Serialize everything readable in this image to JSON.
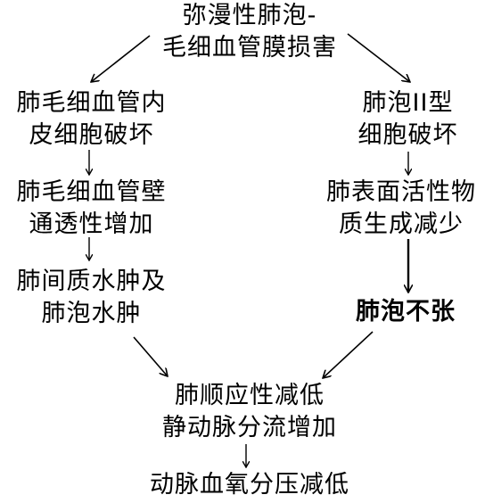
{
  "diagram": {
    "top": {
      "line1": "弥漫性肺泡-",
      "line2": "毛细血管膜损害"
    },
    "left1": {
      "line1": "肺毛细血管内",
      "line2": "皮细胞破坏"
    },
    "left2": {
      "line1": "肺毛细血管壁",
      "line2": "通透性增加"
    },
    "left3": {
      "line1": "肺间质水肿及",
      "line2": "肺泡水肿"
    },
    "right1": {
      "line1": "肺泡II型",
      "line2": "细胞破坏"
    },
    "right2": {
      "line1": "肺表面活性物",
      "line2": "质生成减少"
    },
    "right3": {
      "line1": "肺泡不张"
    },
    "center": {
      "line1": "肺顺应性减低",
      "line2": "静动脉分流增加"
    },
    "bottom": {
      "line1": "动脉血氧分压减低"
    }
  }
}
